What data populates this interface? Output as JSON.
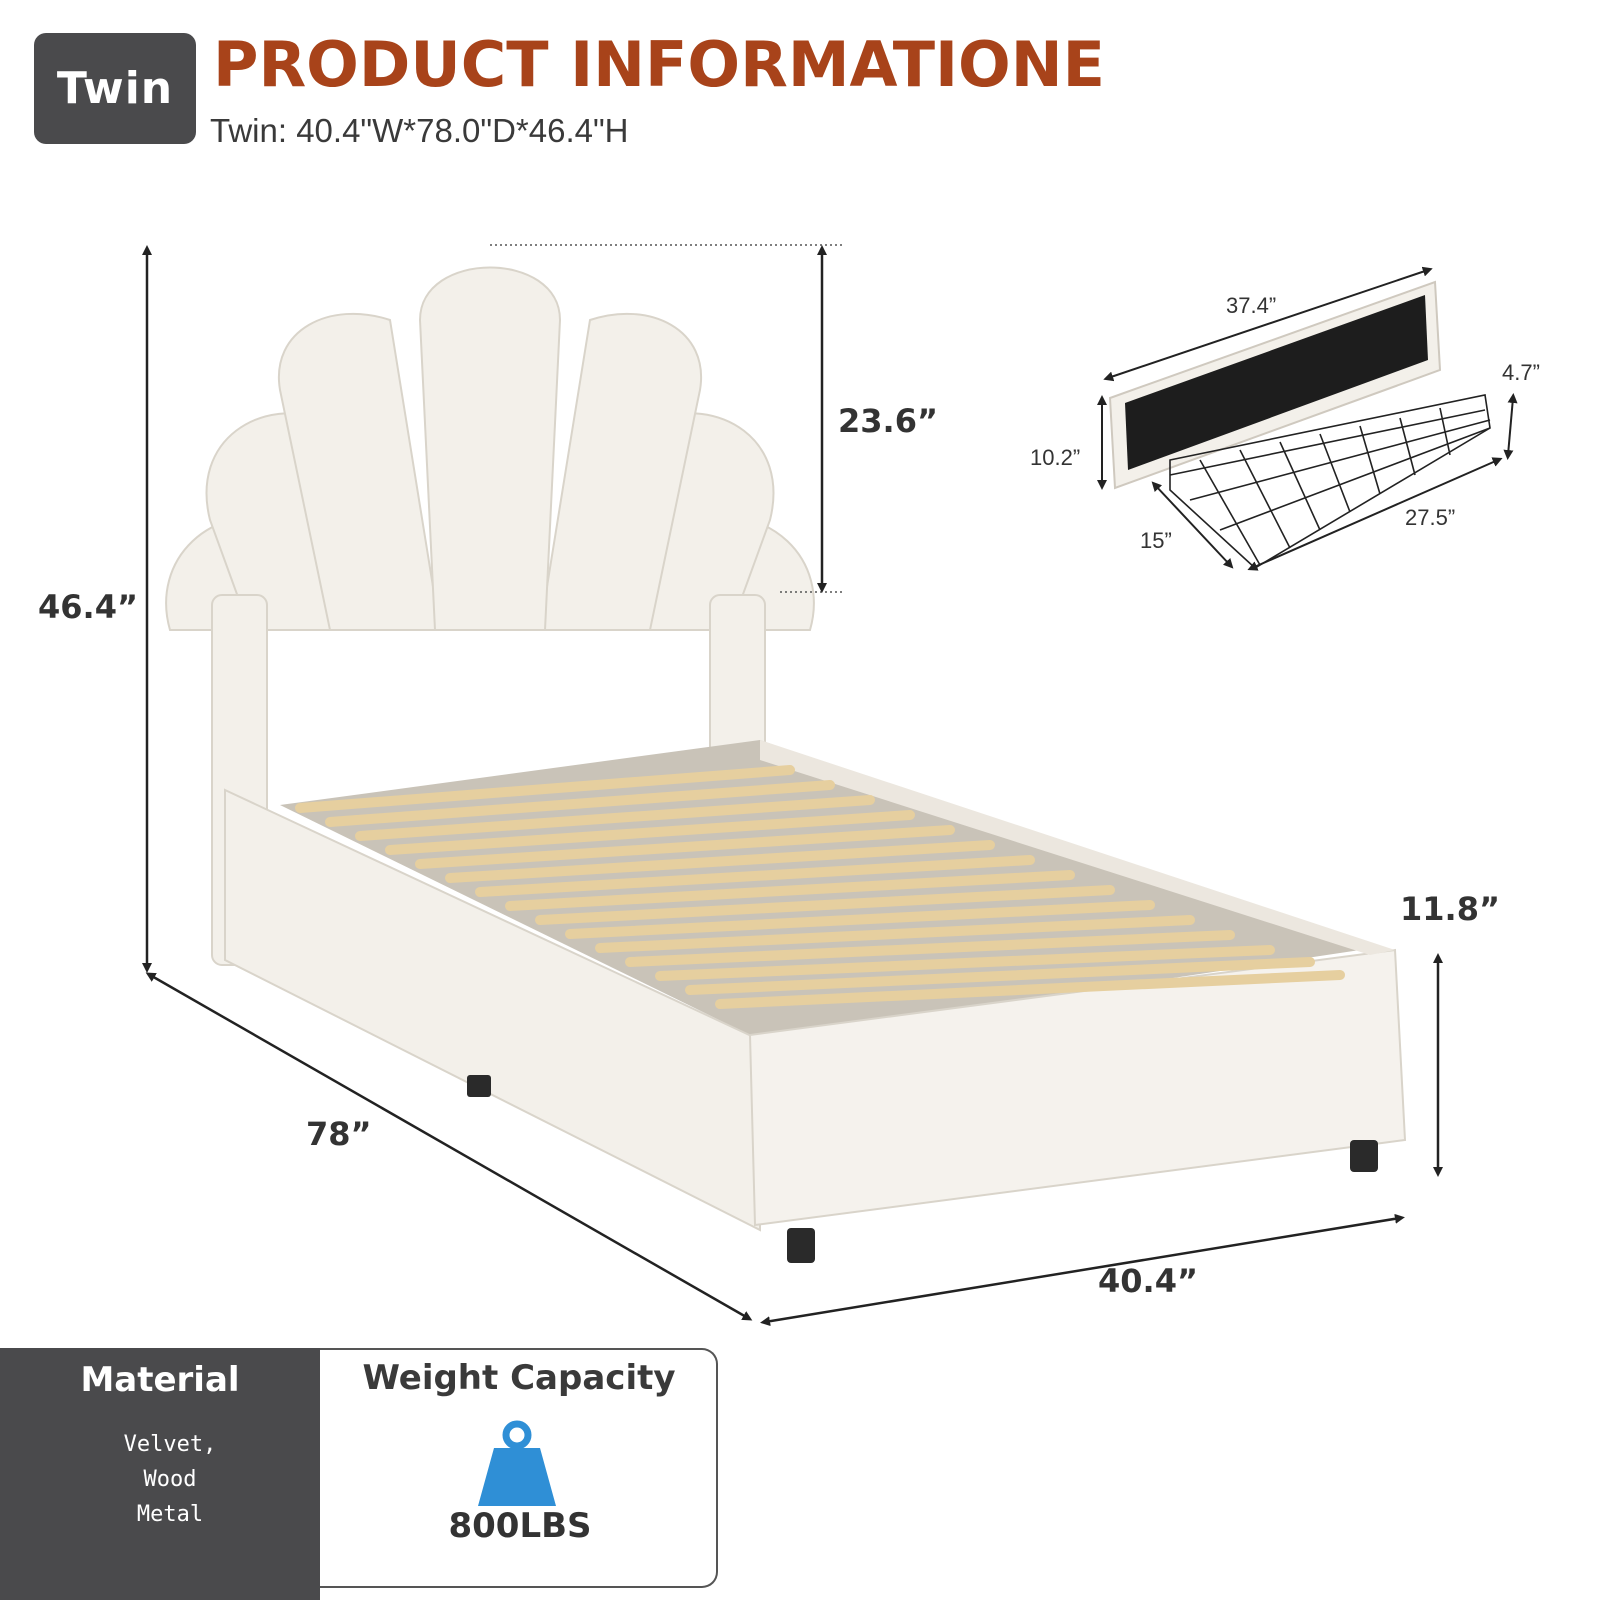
{
  "header": {
    "badge": "Twin",
    "title": "PRODUCT INFORMATIONE",
    "subtitle": "Twin: 40.4\"W*78.0\"D*46.4\"H"
  },
  "dimensions": {
    "total_height": "46.4”",
    "headboard_height": "23.6”",
    "length": "78”",
    "width": "40.4”",
    "frame_height": "11.8”"
  },
  "drawer": {
    "length": "37.4”",
    "front_height": "10.2”",
    "basket_height": "4.7”",
    "depth": "15”",
    "basket_width": "27.5”"
  },
  "material": {
    "title": "Material",
    "lines": [
      "Velvet,",
      "Wood",
      "Metal"
    ]
  },
  "weight": {
    "title": "Weight Capacity",
    "value": "800LBS",
    "icon": "weight-icon",
    "icon_color": "#2f8fd6"
  },
  "colors": {
    "title": "#a8431a",
    "badge_bg": "#4a4a4c",
    "upholstery": "#f3f0ea",
    "slat": "#e6cf9f"
  }
}
